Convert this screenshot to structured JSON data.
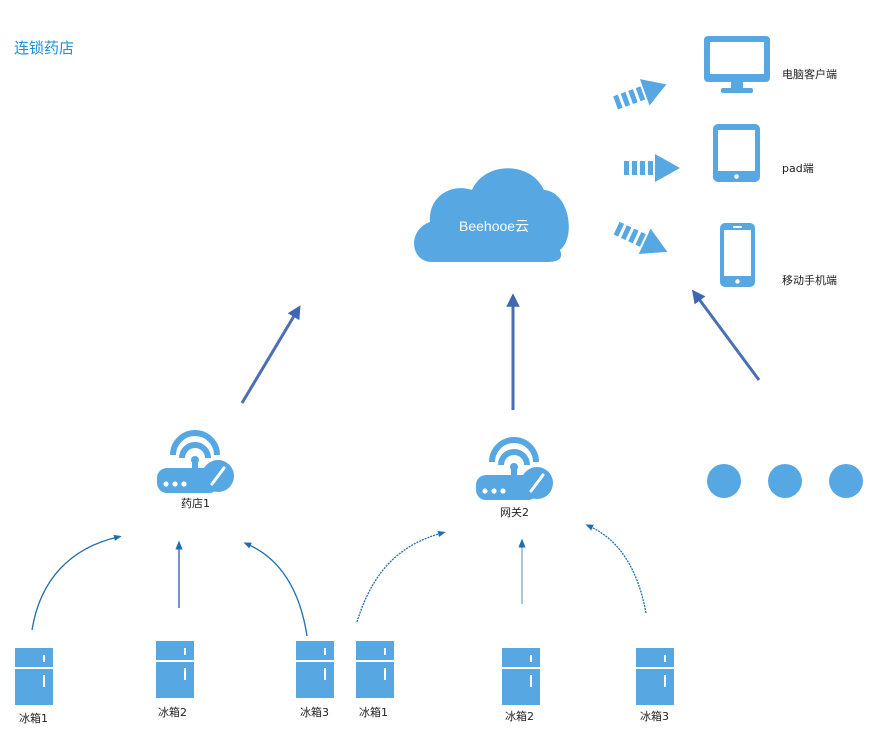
{
  "title": "连锁药店",
  "cloud": {
    "label": "Beehooe云"
  },
  "clients": {
    "desktop": "电脑客户端",
    "pad": "pad端",
    "mobile": "移动手机端"
  },
  "gateways": {
    "left": "药店1",
    "right": "网关2"
  },
  "fridges_left": [
    "冰箱1",
    "冰箱2",
    "冰箱3"
  ],
  "fridges_right": [
    "冰箱1",
    "冰箱2",
    "冰箱3"
  ],
  "colors": {
    "icon_blue": "#56a7e2",
    "arrow_blue": "#4a6fb5",
    "curve_blue": "#1f6fb0",
    "title_blue": "#1e90d6"
  }
}
